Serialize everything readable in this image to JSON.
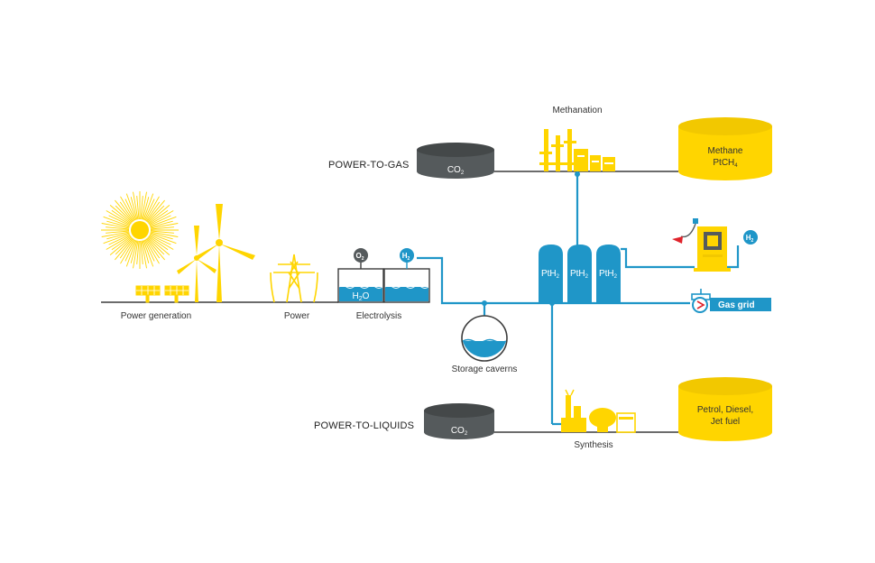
{
  "sections": {
    "gas": "POWER-TO-GAS",
    "liquids": "POWER-TO-LIQUIDS"
  },
  "labels": {
    "methanation": "Methanation",
    "power_generation": "Power generation",
    "power": "Power",
    "electrolysis": "Electrolysis",
    "storage": "Storage caverns",
    "synthesis": "Synthesis",
    "gas_grid": "Gas grid"
  },
  "co2": {
    "base": "CO",
    "sub": "2"
  },
  "h2": {
    "base": "H",
    "sub": "2"
  },
  "o2": {
    "base": "O",
    "sub": "2"
  },
  "h2o": {
    "h": "H",
    "sub": "2",
    "o": "O"
  },
  "pth2": {
    "base": "PtH",
    "sub": "2"
  },
  "methane": {
    "line1": "Methane",
    "line2_base": "PtCH",
    "line2_sub": "4"
  },
  "fuel": {
    "line1": "Petrol, Diesel,",
    "line2": "Jet fuel"
  },
  "colors": {
    "yellow": "#ffd500",
    "blue": "#1f96c8",
    "dark": "#555a5c",
    "line": "#3c3c3c"
  }
}
